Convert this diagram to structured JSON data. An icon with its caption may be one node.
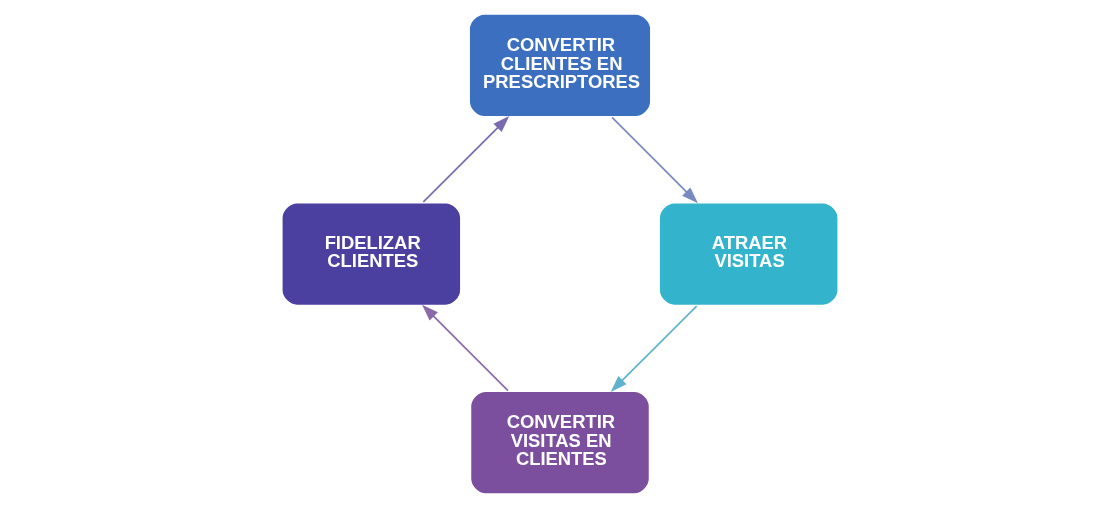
{
  "diagram": {
    "nodes": [
      {
        "text": [
          "CONVERTIR VISITAS EN CLIENTES"
        ]
      },
      {
        "text": [
          "ATRAER VISITAS"
        ]
      },
      {
        "text": [
          "FIDELIZAR CLIENTES"
        ]
      },
      {
        "text": [
          "CONVERTIR CLIENTES EN PRESCRIPTORES"
        ]
      }
    ],
    "edges": [
      {
        "from": 0,
        "to": 2,
        "arrow": "to",
        "color": "#8a6aa8"
      },
      {
        "from": 2,
        "to": 3,
        "arrow": "to",
        "color": "#7a6ab0"
      },
      {
        "from": 3,
        "to": 1,
        "arrow": "to",
        "color": "#7a8ac0"
      },
      {
        "from": 1,
        "to": 0,
        "arrow": "to",
        "color": "#5fb3cf"
      }
    ]
  }
}
